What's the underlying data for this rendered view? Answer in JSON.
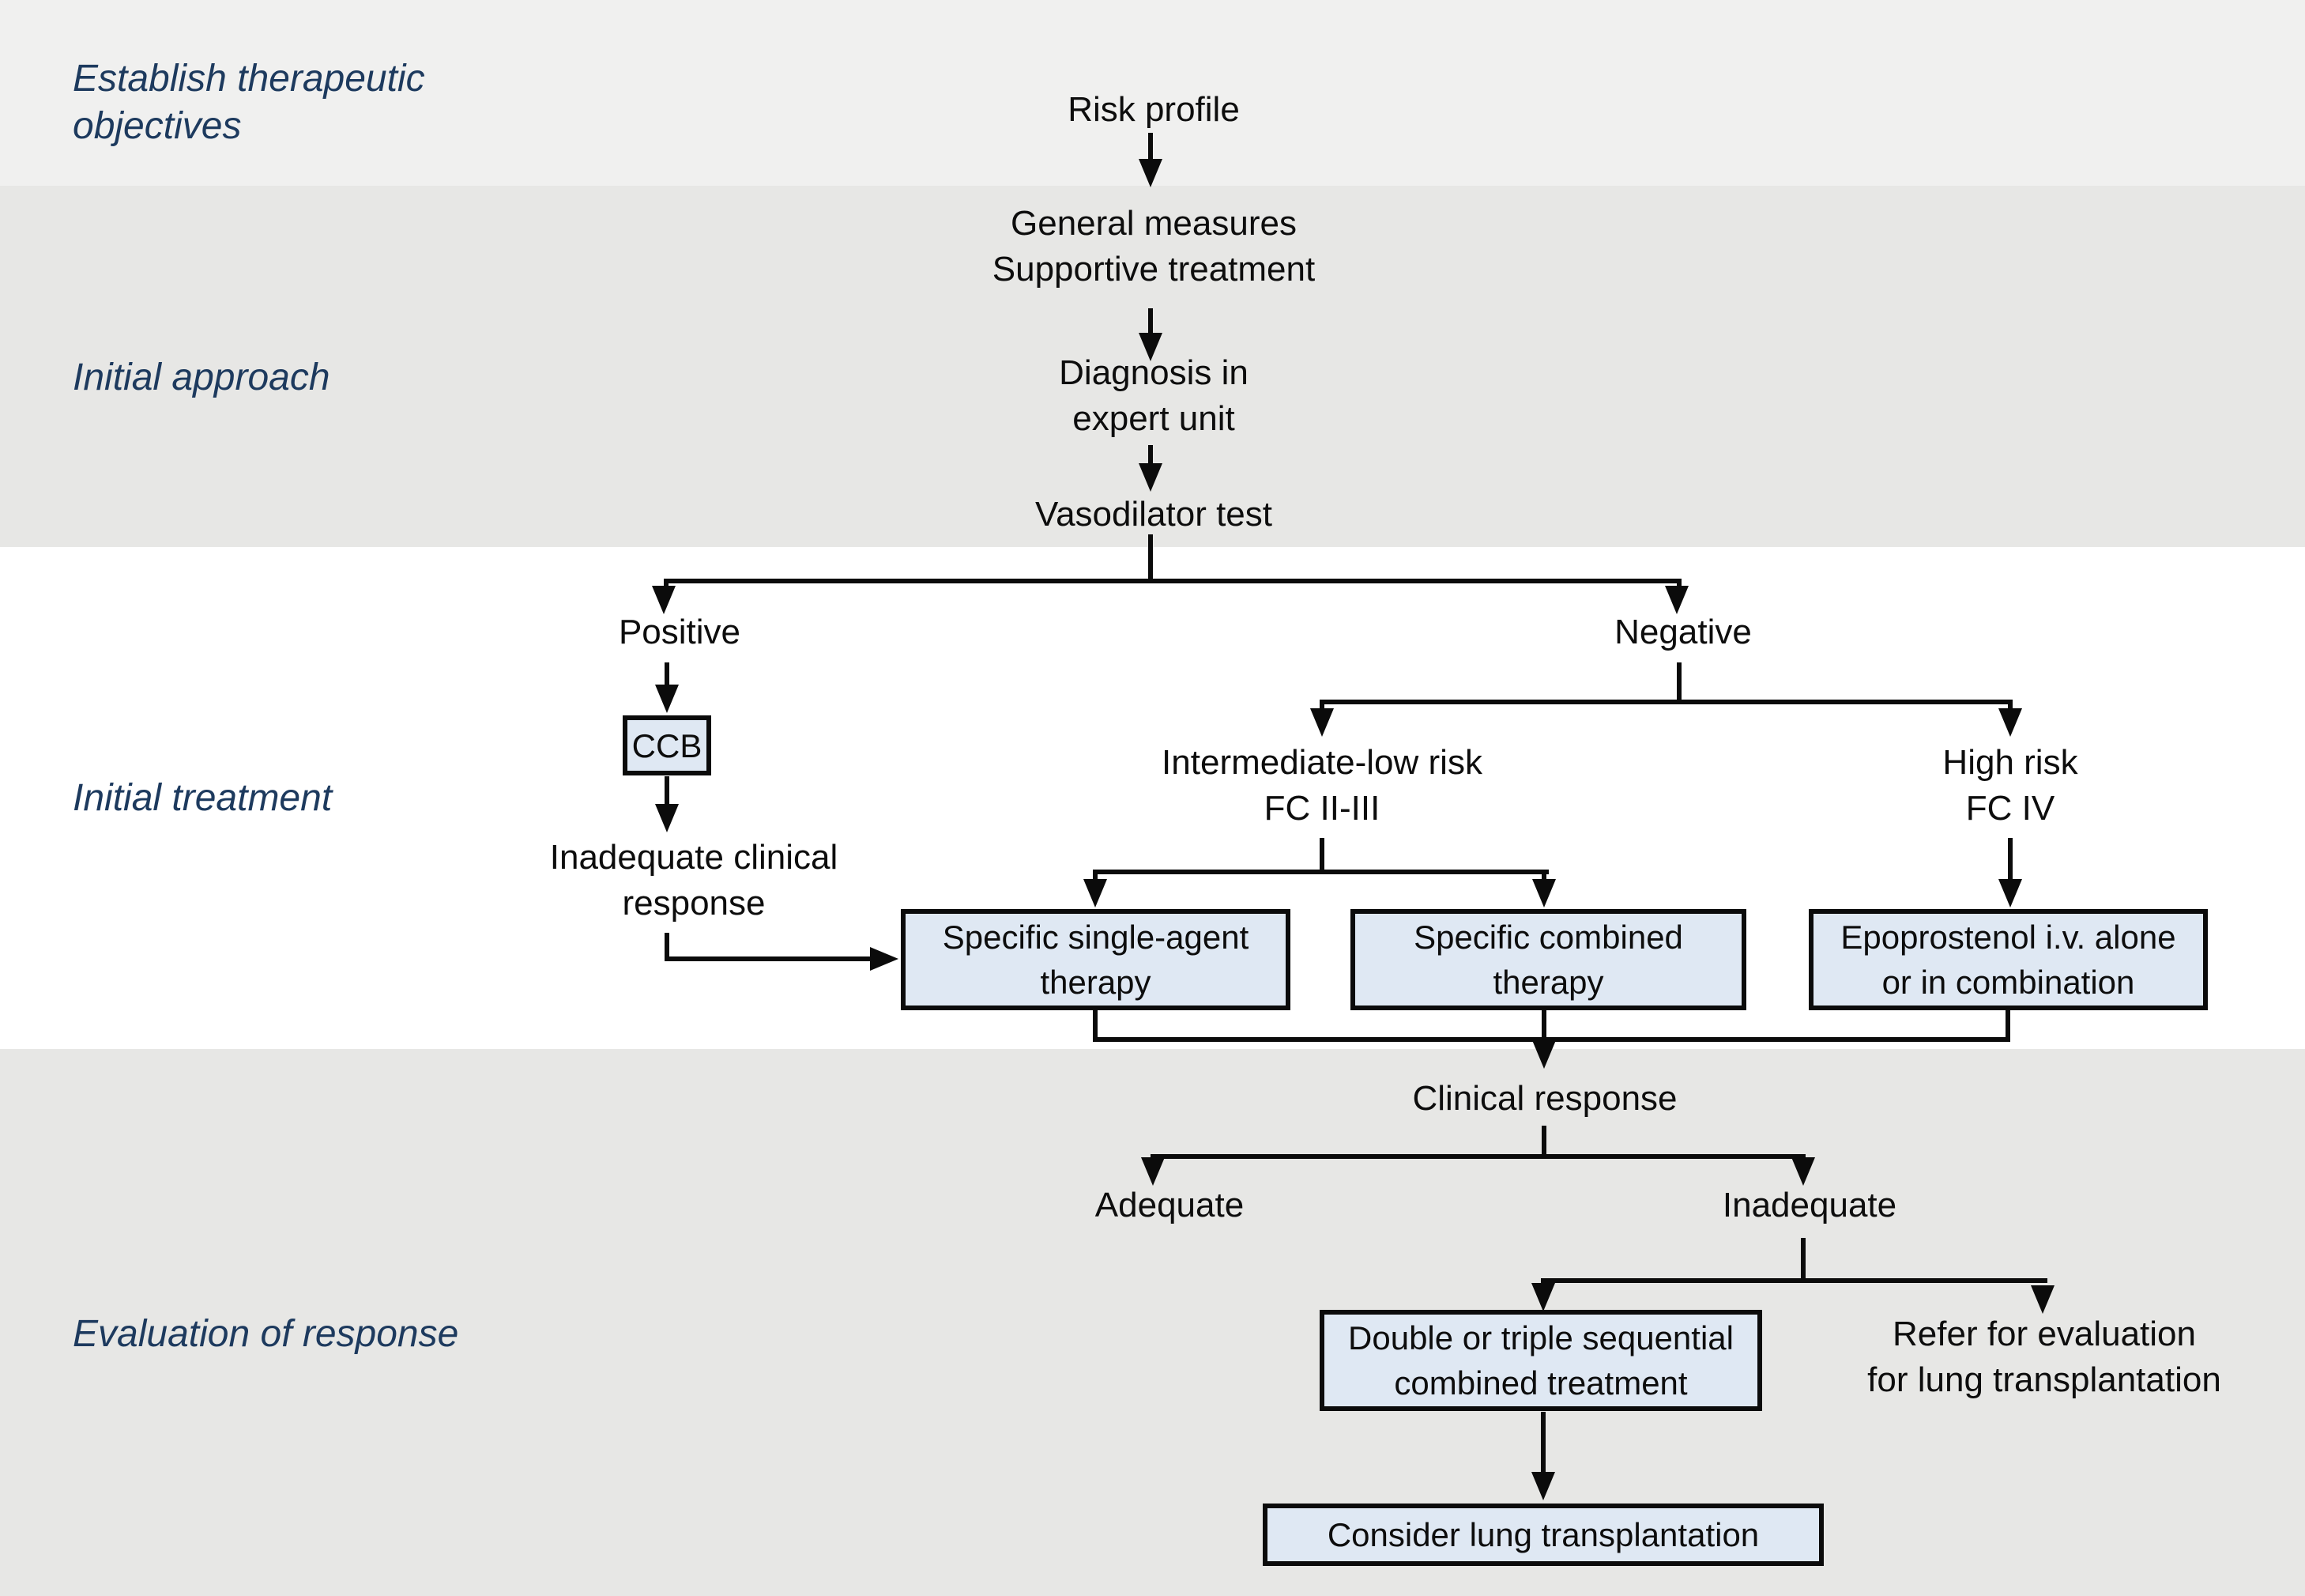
{
  "stages": [
    {
      "label": "Establish therapeutic\nobjectives"
    },
    {
      "label": "Initial approach"
    },
    {
      "label": "Initial treatment"
    },
    {
      "label": "Evaluation of response"
    }
  ],
  "nodes": {
    "risk_profile": "Risk profile",
    "general_measures": "General measures\nSupportive treatment",
    "diagnosis": "Diagnosis in\nexpert unit",
    "vasodilator_test": "Vasodilator test",
    "positive": "Positive",
    "negative": "Negative",
    "ccb": "CCB",
    "inadequate_clinical": "Inadequate clinical\nresponse",
    "intermediate_low_risk": "Intermediate-low risk\nFC II-III",
    "high_risk": "High risk\nFC IV",
    "single_agent": "Specific single-agent\ntherapy",
    "combined_therapy": "Specific combined\ntherapy",
    "epoprostenol": "Epoprostenol i.v. alone\nor in combination",
    "clinical_response": "Clinical response",
    "adequate": "Adequate",
    "inadequate": "Inadequate",
    "double_triple": "Double or triple sequential\ncombined treatment",
    "refer_transplant": "Refer for evaluation\nfor lung transplantation",
    "consider_transplant": "Consider lung transplantation"
  },
  "colors": {
    "band-light": "#f0f0ef",
    "band-mid": "#e7e7e5",
    "band-white": "#ffffff",
    "stage-label": "#1d3a5e",
    "text": "#0d0d0d",
    "line": "#0b0b0b",
    "box-fill": "#dfe8f3",
    "box-border": "#0b0b0b"
  }
}
